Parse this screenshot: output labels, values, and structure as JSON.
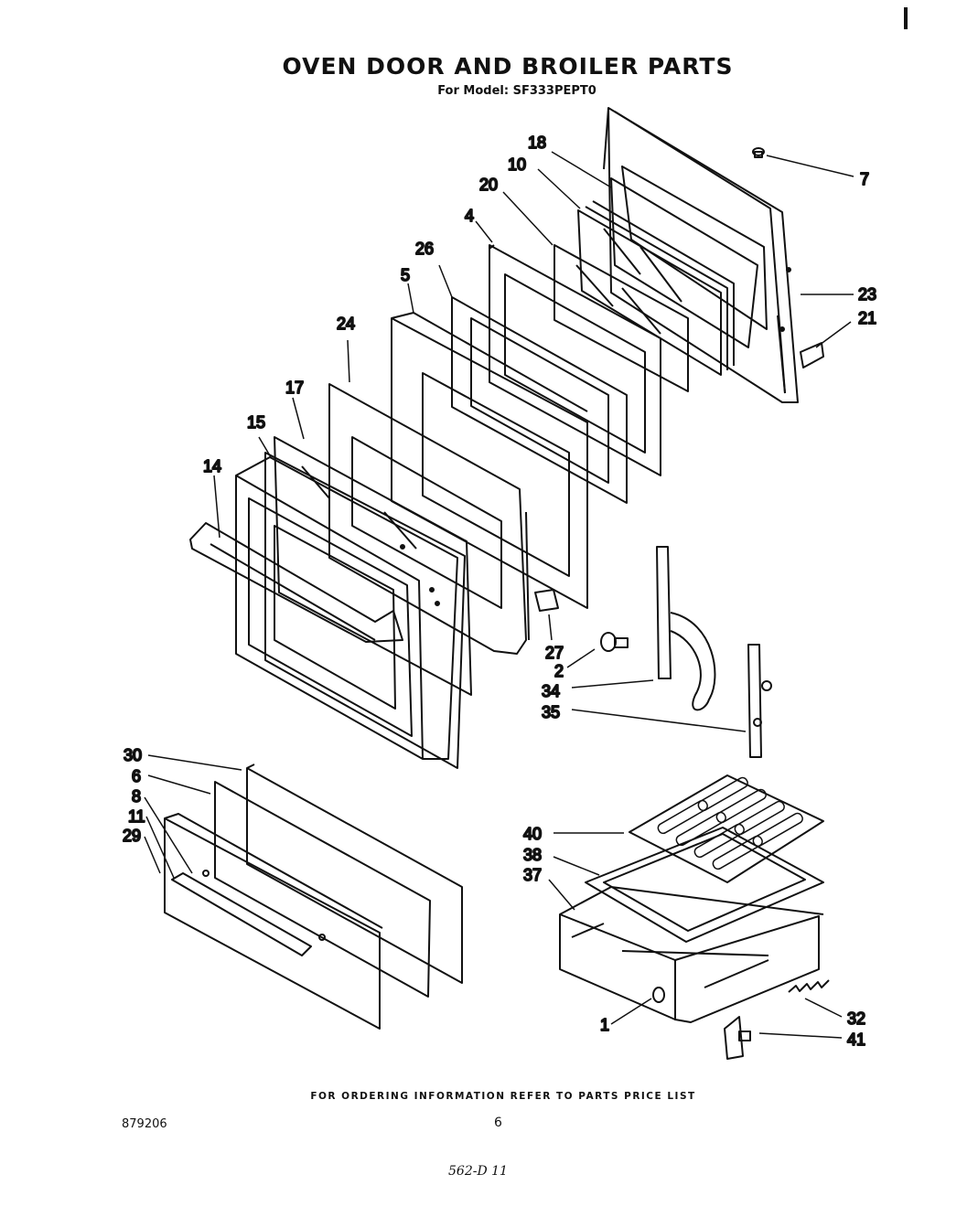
{
  "document": {
    "title": "OVEN DOOR AND BROILER PARTS",
    "subtitle": "For Model: SF333PEPT0",
    "footer_note": "FOR ORDERING INFORMATION REFER TO PARTS PRICE LIST",
    "doc_number": "879206",
    "page_number": "6",
    "handwritten_note": "562-D 11"
  },
  "callouts": [
    "18",
    "10",
    "7",
    "20",
    "4",
    "26",
    "5",
    "23",
    "21",
    "24",
    "17",
    "15",
    "14",
    "27",
    "2",
    "34",
    "35",
    "30",
    "6",
    "8",
    "11",
    "29",
    "40",
    "38",
    "37",
    "1",
    "32",
    "41"
  ]
}
